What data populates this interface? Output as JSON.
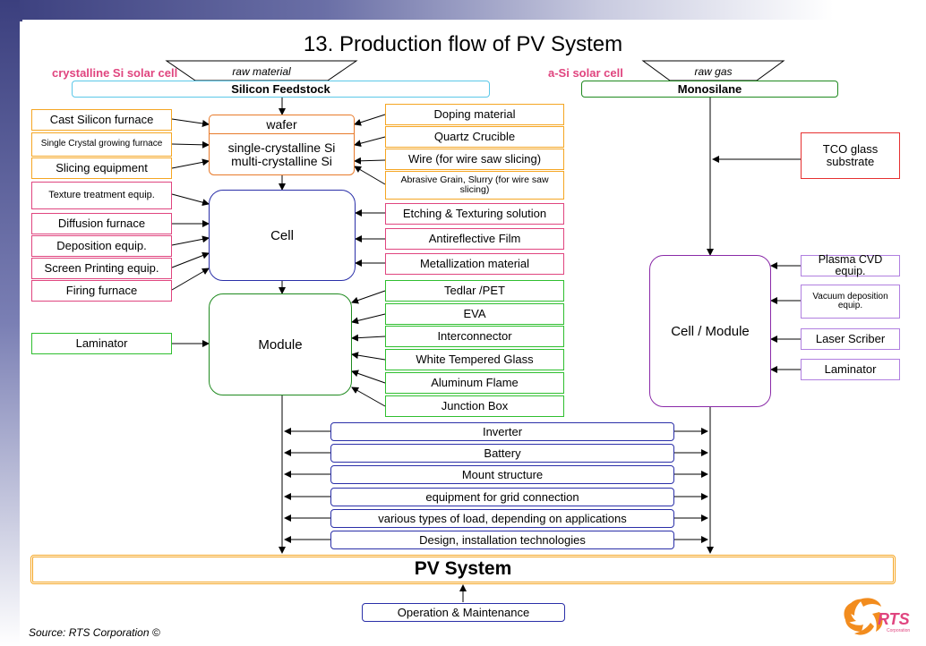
{
  "title": "13.  Production flow of PV System",
  "source": "Source: RTS Corporation ©",
  "logo": {
    "text": "RTS",
    "sub": "Corporation"
  },
  "left_header": {
    "label": "crystalline Si solar cell",
    "raw": "raw material",
    "feedstock": "Silicon Feedstock"
  },
  "right_header": {
    "label": "a-Si solar cell",
    "raw": "raw gas",
    "feedstock": "Monosilane"
  },
  "colors": {
    "magenta": "#e0457f",
    "orange": "#f5a623",
    "green": "#2fbf2f",
    "blue": "#2a2fa8",
    "purple": "#b07fe0",
    "red": "#e63030",
    "cyan": "#5bc8e8",
    "darkgreen": "#1f8a1f"
  },
  "wafer": {
    "label": "wafer",
    "si1": "single-crystalline Si",
    "si2": "multi-crystalline Si"
  },
  "left_inputs": [
    "Cast Silicon furnace",
    "Single Crystal growing furnace",
    "Slicing equipment"
  ],
  "right_inputs": [
    "Doping material",
    "Quartz Crucible",
    "Wire (for wire saw slicing)",
    "Abrasive Grain, Slurry (for wire saw slicing)"
  ],
  "cell": {
    "label": "Cell",
    "left": [
      "Texture treatment equip.",
      "Diffusion furnace",
      "Deposition equip.",
      "Screen Printing equip.",
      "Firing furnace"
    ],
    "right": [
      "Etching & Texturing solution",
      "Antireflective Film",
      "Metallization material"
    ]
  },
  "module": {
    "label": "Module",
    "left": [
      "Laminator"
    ],
    "right": [
      "Tedlar /PET",
      "EVA",
      "Interconnector",
      "White Tempered Glass",
      "Aluminum Flame",
      "Junction Box"
    ]
  },
  "asi": {
    "tco": "TCO glass substrate",
    "cellmodule": "Cell / Module",
    "right": [
      "Plasma CVD equip.",
      "Vacuum deposition equip.",
      "Laser Scriber",
      "Laminator"
    ]
  },
  "bos": [
    "Inverter",
    "Battery",
    "Mount structure",
    "equipment for grid connection",
    "various types of load, depending on applications",
    "Design, installation technologies"
  ],
  "pv_system": "PV System",
  "om": "Operation & Maintenance"
}
